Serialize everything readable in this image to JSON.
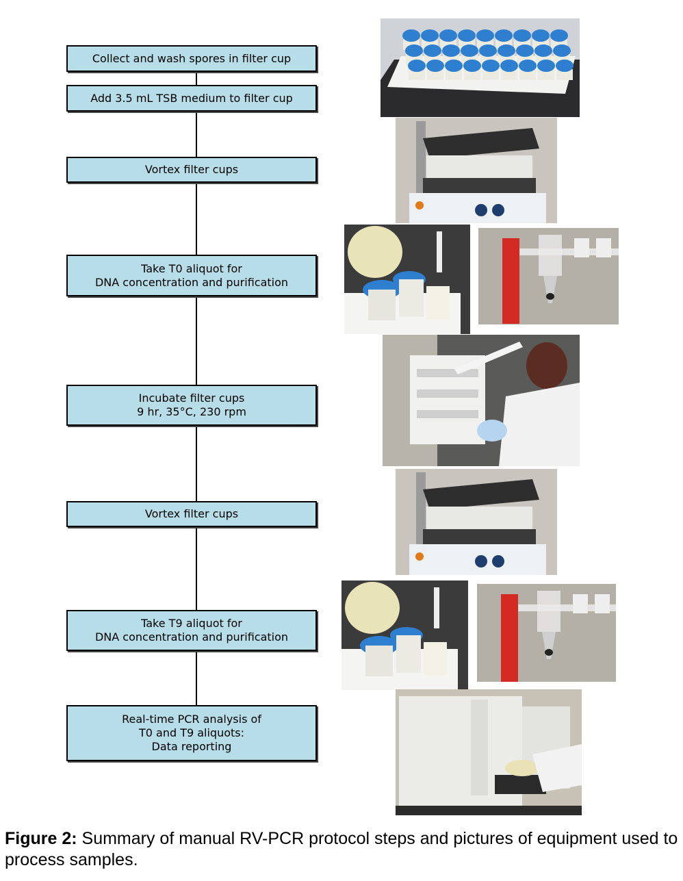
{
  "steps": [
    {
      "lines": [
        "Collect and wash spores in filter cup"
      ]
    },
    {
      "lines": [
        "Add 3.5 mL TSB medium to filter cup"
      ]
    },
    {
      "lines": [
        "Vortex filter cups"
      ]
    },
    {
      "lines": [
        "Take T0 aliquot for",
        "DNA concentration and purification"
      ]
    },
    {
      "lines": [
        "Incubate filter cups",
        "9 hr, 35°C, 230 rpm"
      ]
    },
    {
      "lines": [
        "Vortex filter cups"
      ]
    },
    {
      "lines": [
        "Take T9 aliquot for",
        "DNA concentration and purification"
      ]
    },
    {
      "lines": [
        "Real-time PCR analysis of",
        "T0 and T9 aliquots:",
        "Data reporting"
      ]
    }
  ],
  "photos": [
    {
      "subject": "filter-cup-rack"
    },
    {
      "subject": "vortex-mixer"
    },
    {
      "subject": "filter-cup-handling"
    },
    {
      "subject": "concentration-tube-rack"
    },
    {
      "subject": "incubator-shaker-operator"
    },
    {
      "subject": "vortex-mixer"
    },
    {
      "subject": "filter-cup-handling"
    },
    {
      "subject": "concentration-tube-rack"
    },
    {
      "subject": "pcr-instrument"
    }
  ],
  "caption": {
    "label": "Figure 2:",
    "text": " Summary of manual RV-PCR protocol steps and pictures of equipment used to process samples."
  },
  "colors": {
    "box_fill": "#b7dde8",
    "box_border": "#000000",
    "cap_blue": "#2f7fd0",
    "rack_red": "#d42a24"
  }
}
